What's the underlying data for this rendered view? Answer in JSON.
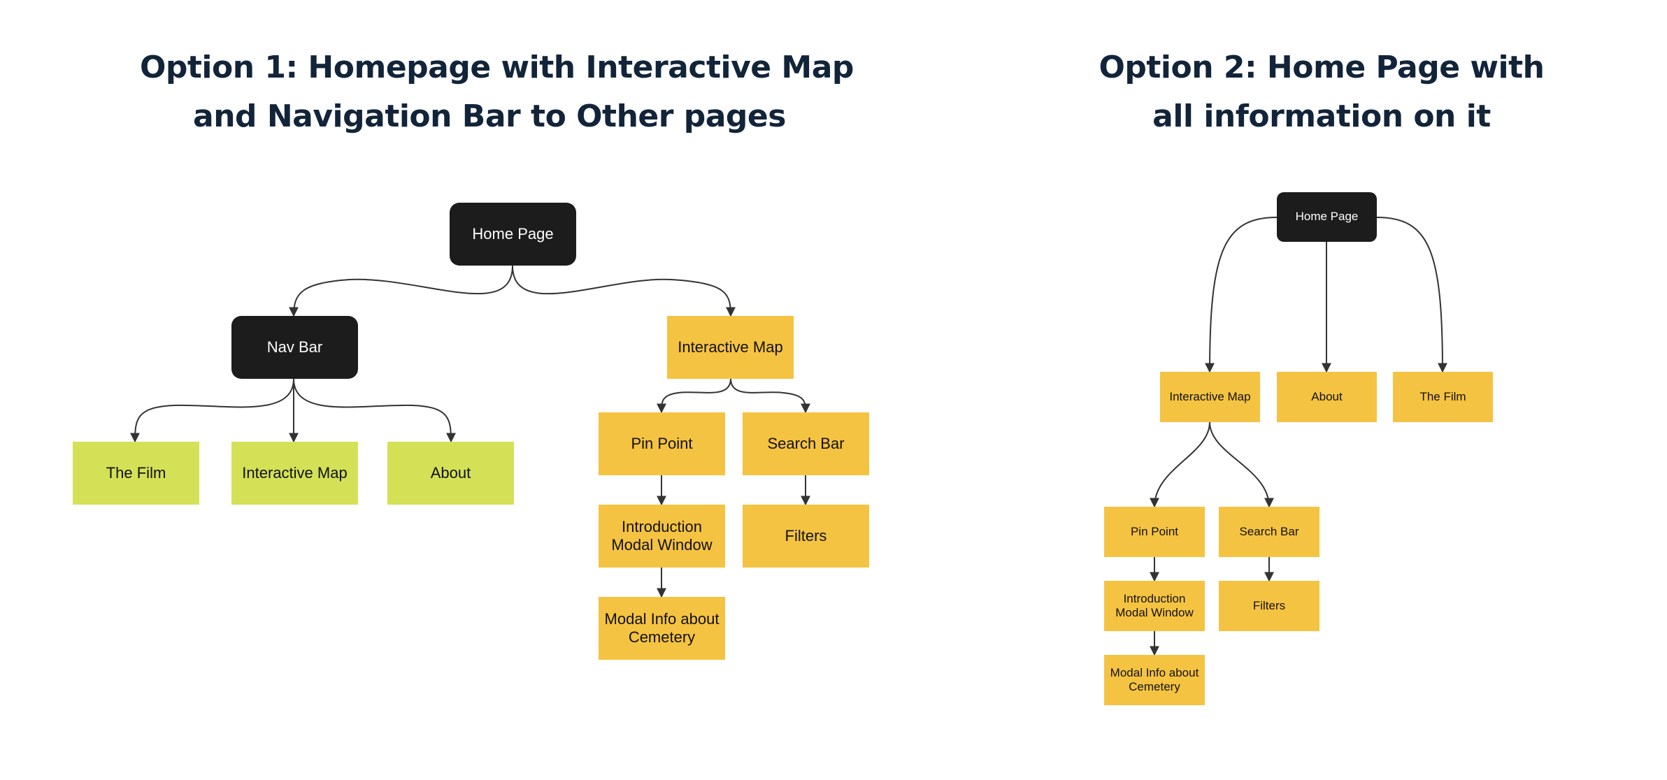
{
  "colors": {
    "title": "#12243a",
    "dark_node": "#1c1c1c",
    "yellow_node": "#f5c342",
    "green_node": "#d4e157",
    "edge": "#333333"
  },
  "option1": {
    "title_line1": "Option 1: Homepage with Interactive Map",
    "title_line2": "and Navigation Bar to Other pages",
    "home": "Home Page",
    "nav_bar": "Nav Bar",
    "interactive_map": "Interactive Map",
    "film": "The Film",
    "nav_interactive_map": "Interactive Map",
    "about": "About",
    "pin_point": "Pin Point",
    "search_bar": "Search Bar",
    "intro_modal_l1": "Introduction",
    "intro_modal_l2": "Modal Window",
    "filters": "Filters",
    "modal_info_l1": "Modal Info about",
    "modal_info_l2": "Cemetery"
  },
  "option2": {
    "title_line1": "Option 2: Home Page with",
    "title_line2": "all information on it",
    "home": "Home Page",
    "interactive_map": "Interactive Map",
    "about": "About",
    "film": "The Film",
    "pin_point": "Pin Point",
    "search_bar": "Search Bar",
    "intro_modal_l1": "Introduction",
    "intro_modal_l2": "Modal Window",
    "filters": "Filters",
    "modal_info_l1": "Modal Info about",
    "modal_info_l2": "Cemetery"
  }
}
